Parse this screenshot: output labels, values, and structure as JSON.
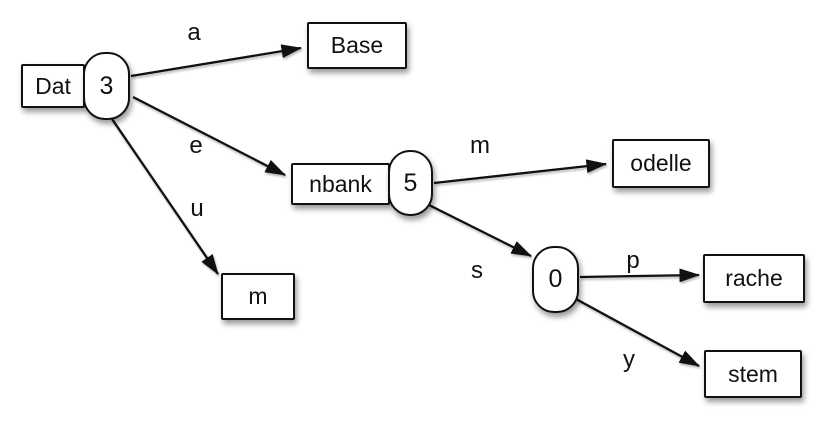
{
  "colors": {
    "stroke": "#111111",
    "node_fill": "#ffffff",
    "background": "#ffffff",
    "text": "#111111"
  },
  "diagram": {
    "description": "Radix trie diagram with prefix nodes, child-count capsules and labeled edges",
    "nodes": {
      "dat": {
        "label": "Dat",
        "count": "3"
      },
      "base": {
        "label": "Base"
      },
      "nbank": {
        "label": "nbank",
        "count": "5"
      },
      "m": {
        "label": "m"
      },
      "odelle": {
        "label": "odelle"
      },
      "zero": {
        "count": "0"
      },
      "rache": {
        "label": "rache"
      },
      "stem": {
        "label": "stem"
      }
    },
    "edges": {
      "a": {
        "label": "a",
        "from": "dat",
        "to": "base"
      },
      "e": {
        "label": "e",
        "from": "dat",
        "to": "nbank"
      },
      "u": {
        "label": "u",
        "from": "dat",
        "to": "m"
      },
      "m": {
        "label": "m",
        "from": "nbank",
        "to": "odelle"
      },
      "s": {
        "label": "s",
        "from": "nbank",
        "to": "zero"
      },
      "p": {
        "label": "p",
        "from": "zero",
        "to": "rache"
      },
      "y": {
        "label": "y",
        "from": "zero",
        "to": "stem"
      }
    }
  }
}
